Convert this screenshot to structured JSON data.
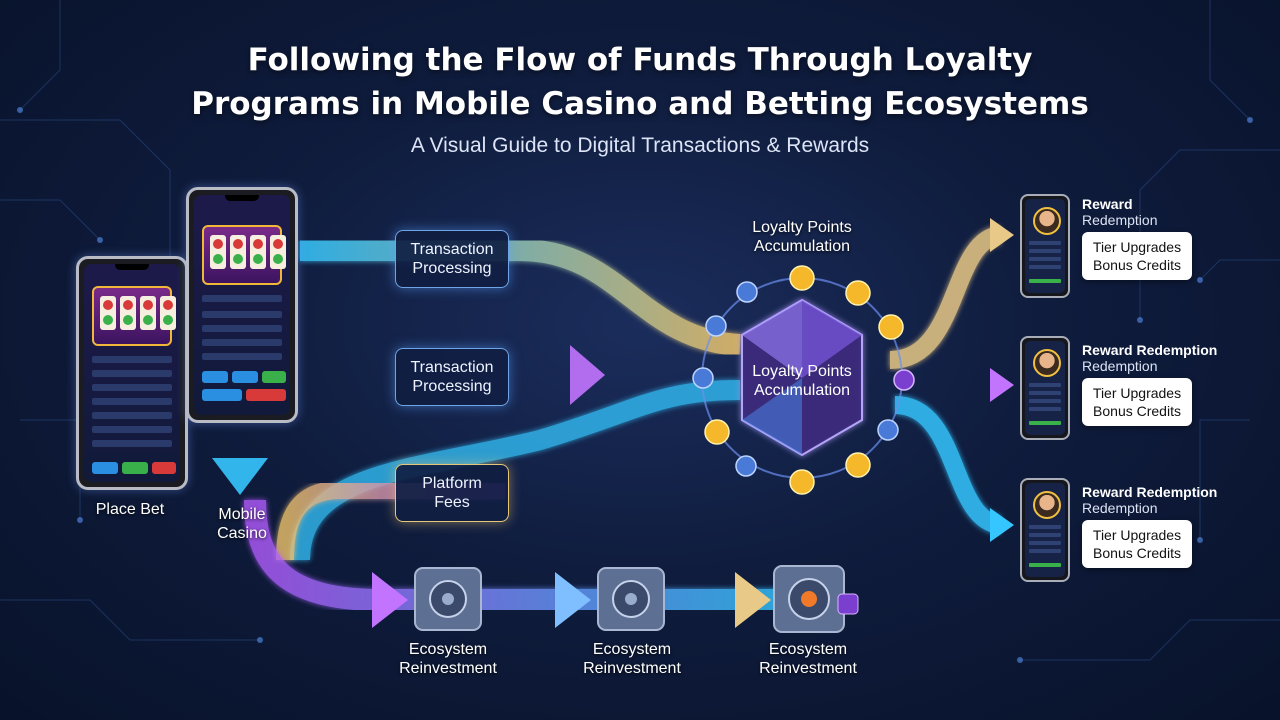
{
  "header": {
    "title_line1": "Following the Flow of Funds Through Loyalty",
    "title_line2": "Programs in Mobile Casino and Betting Ecosystems",
    "subtitle": "A Visual Guide to Digital Transactions & Rewards"
  },
  "nodes": {
    "place_bet": "Place Bet",
    "mobile_casino_line1": "Mobile",
    "mobile_casino_line2": "Casino",
    "transaction_1_line1": "Transaction",
    "transaction_1_line2": "Processing",
    "transaction_2_line1": "Transaction",
    "transaction_2_line2": "Processing",
    "platform_fees_line1": "Platform",
    "platform_fees_line2": "Fees",
    "loyalty_top_line1": "Loyalty Points",
    "loyalty_top_line2": "Accumulation",
    "loyalty_hub_line1": "Loyalty Points",
    "loyalty_hub_line2": "Accumulation"
  },
  "reinvestment": [
    {
      "line1": "Ecosystem",
      "line2": "Reinvestment"
    },
    {
      "line1": "Ecosystem",
      "line2": "Reinvestment"
    },
    {
      "line1": "Ecosystem",
      "line2": "Reinvestment"
    }
  ],
  "rewards": [
    {
      "title": "Reward",
      "subtitle": "Redemption",
      "card_line1": "Tier Upgrades",
      "card_line2": "Bonus Credits"
    },
    {
      "title": "Reward Redemption",
      "subtitle": "Redemption",
      "card_line1": "Tier Upgrades",
      "card_line2": "Bonus Credits"
    },
    {
      "title": "Reward Redemption",
      "subtitle": "Redemption",
      "card_line1": "Tier Upgrades",
      "card_line2": "Bonus Credits"
    }
  ],
  "colors": {
    "background": "#0f1c3d",
    "flow_cyan": "#35c6ff",
    "flow_purple": "#b45cff",
    "flow_gold": "#f0c46a",
    "coin": "#f4b82a"
  },
  "icons": [
    "slot-machine-icon",
    "coin-icon",
    "vault-icon",
    "crystal-hub-icon",
    "avatar-icon",
    "arrow-right-icon"
  ]
}
